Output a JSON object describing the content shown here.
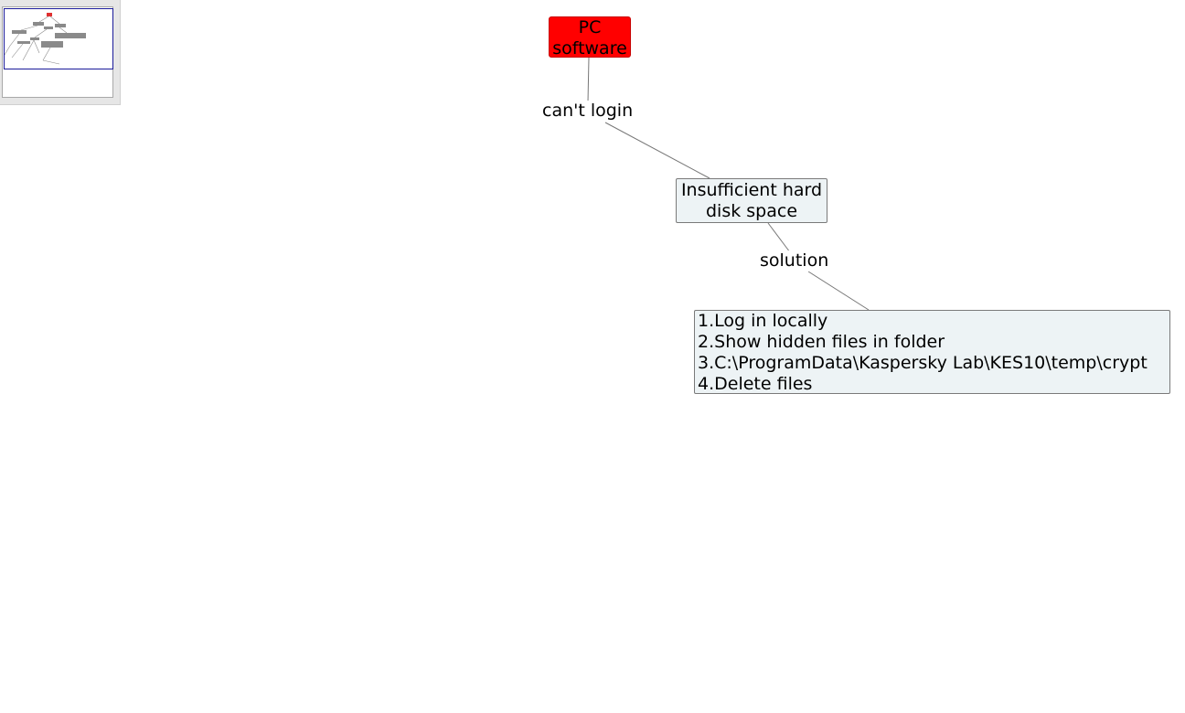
{
  "map": {
    "root": {
      "lines": [
        "PC",
        "software"
      ],
      "color": "#ff0000"
    },
    "links": [
      {
        "label": "can't login"
      },
      {
        "label": "solution"
      }
    ],
    "cause": {
      "lines": [
        "Insufficient hard",
        "disk space"
      ]
    },
    "solution": {
      "lines": [
        "1.Log in locally",
        "2.Show hidden files in folder",
        "3.C:\\ProgramData\\Kaspersky Lab\\KES10\\temp\\crypt",
        "4.Delete files"
      ]
    }
  },
  "colors": {
    "node_fill": "#edf3f5",
    "node_border": "#7a7a7a",
    "link": "#777777",
    "overview_bg": "#e6e6e6",
    "overview_viewport": "#1a1a9a"
  }
}
